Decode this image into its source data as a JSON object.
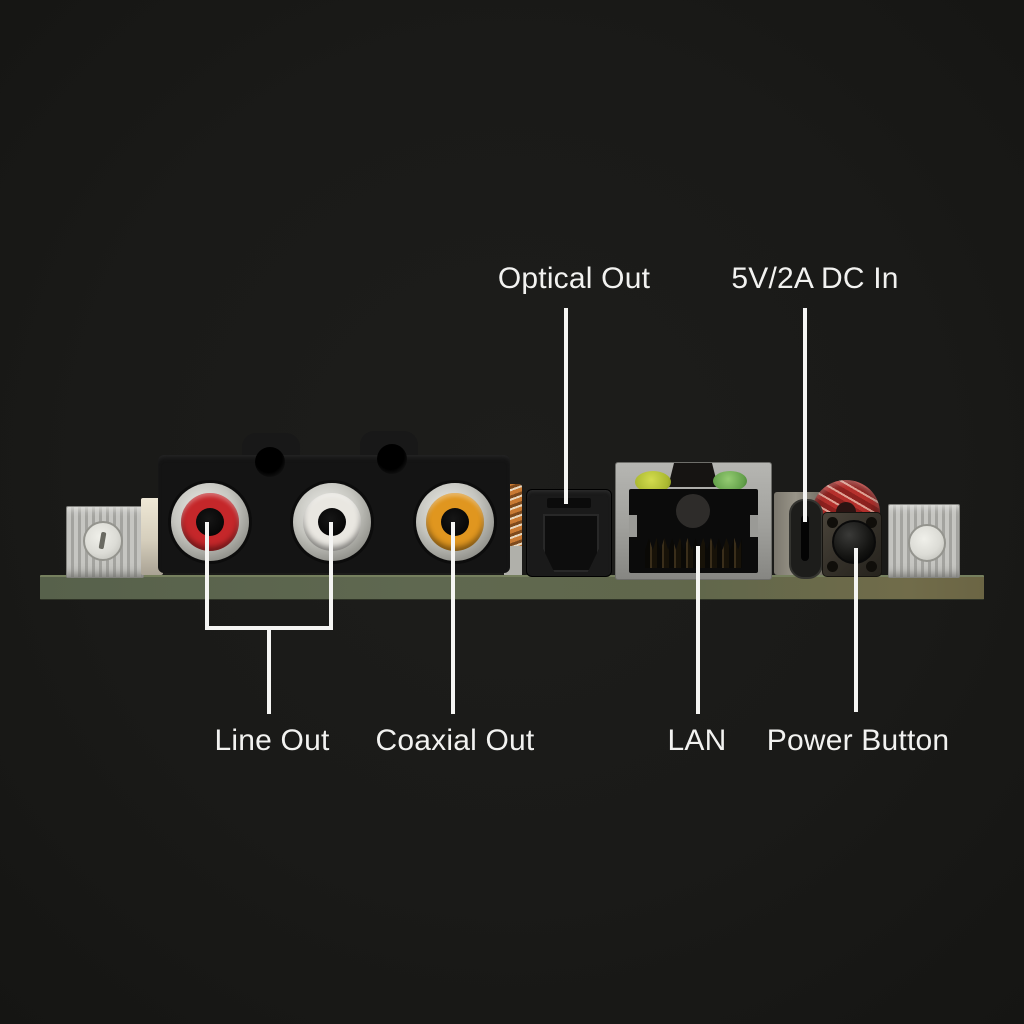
{
  "scene": {
    "description": "Annotated rear-port diagram of an audio streamer circuit board on dark background",
    "background_color": "#1a1a18",
    "annotation_text_color": "#f2f2f0",
    "leader_line_color": "#f5f5f3"
  },
  "annotations": {
    "optical": {
      "label": "Optical Out"
    },
    "dc_in": {
      "label": "5V/2A DC In"
    },
    "line_out": {
      "label": "Line Out"
    },
    "coaxial": {
      "label": "Coaxial Out"
    },
    "lan": {
      "label": "LAN"
    },
    "power": {
      "label": "Power Button"
    }
  },
  "board": {
    "components": [
      {
        "name": "heatsink-left",
        "color": "#b5b5b1"
      },
      {
        "name": "rca-jack-line-out-left",
        "color": "#c5272a"
      },
      {
        "name": "rca-jack-line-out-right",
        "color": "#e9e7e1"
      },
      {
        "name": "rca-jack-coaxial-out",
        "color": "#e0961f"
      },
      {
        "name": "optical-toslink-port",
        "color": "#1a1a1a"
      },
      {
        "name": "lan-rj45-port",
        "color": "#a3a3a0"
      },
      {
        "name": "lan-led-left",
        "color": "#b9c63b"
      },
      {
        "name": "lan-led-right",
        "color": "#6fae51"
      },
      {
        "name": "usb-c-dc-in-port",
        "color": "#1d1d1b"
      },
      {
        "name": "toroidal-inductor",
        "color": "#c23430"
      },
      {
        "name": "power-push-button",
        "color": "#332f28"
      },
      {
        "name": "heatsink-right",
        "color": "#b5b5b1"
      },
      {
        "name": "pcb-board",
        "color": "#5f6850"
      }
    ]
  }
}
